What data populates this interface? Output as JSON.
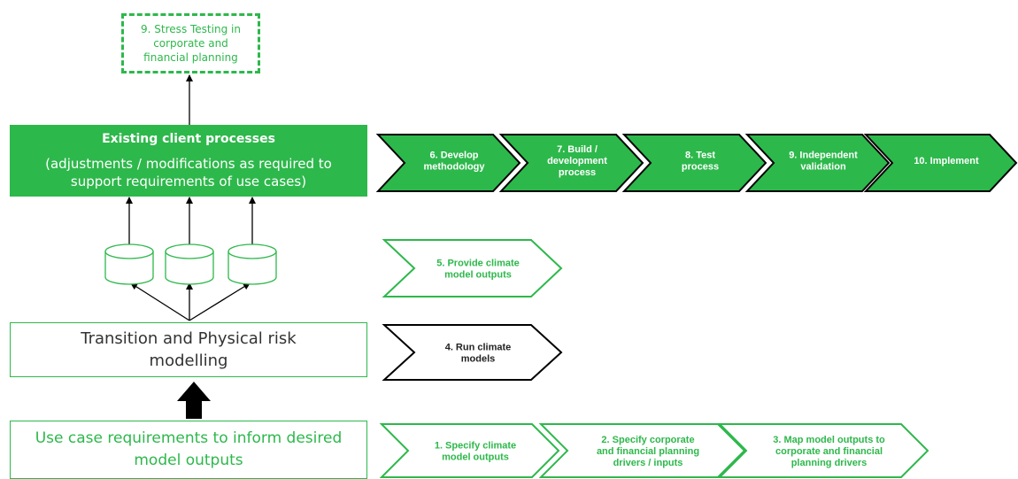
{
  "stress_box": {
    "lines": [
      "9. Stress Testing in",
      "corporate and",
      "financial planning"
    ]
  },
  "client_box": {
    "title": "Existing client processes",
    "subtitle_lines": [
      "(adjustments / modifications as required to",
      "support requirements of use cases)"
    ]
  },
  "transition_box": {
    "lines": [
      "Transition and Physical risk",
      "modelling"
    ]
  },
  "usecase_box": {
    "lines": [
      "Use case requirements to inform desired",
      "model outputs"
    ]
  },
  "steps_top": [
    {
      "lines": [
        "6. Develop",
        "methodology"
      ]
    },
    {
      "lines": [
        "7. Build /",
        "development",
        "process"
      ]
    },
    {
      "lines": [
        "8. Test",
        "process"
      ]
    },
    {
      "lines": [
        "9. Independent",
        "validation"
      ]
    },
    {
      "lines": [
        "10. Implement"
      ]
    }
  ],
  "step_provide": {
    "lines": [
      "5. Provide climate",
      "model outputs"
    ]
  },
  "step_run": {
    "lines": [
      "4. Run climate",
      "models"
    ]
  },
  "steps_bottom": [
    {
      "lines": [
        "1. Specify climate",
        "model outputs"
      ]
    },
    {
      "lines": [
        "2. Specify corporate",
        "and financial planning",
        "drivers / inputs"
      ]
    },
    {
      "lines": [
        "3. Map model outputs to",
        "corporate and financial",
        "planning drivers"
      ]
    }
  ],
  "colors": {
    "green": "#2db84b",
    "black": "#000000",
    "white": "#ffffff",
    "dark_text": "#333333"
  }
}
